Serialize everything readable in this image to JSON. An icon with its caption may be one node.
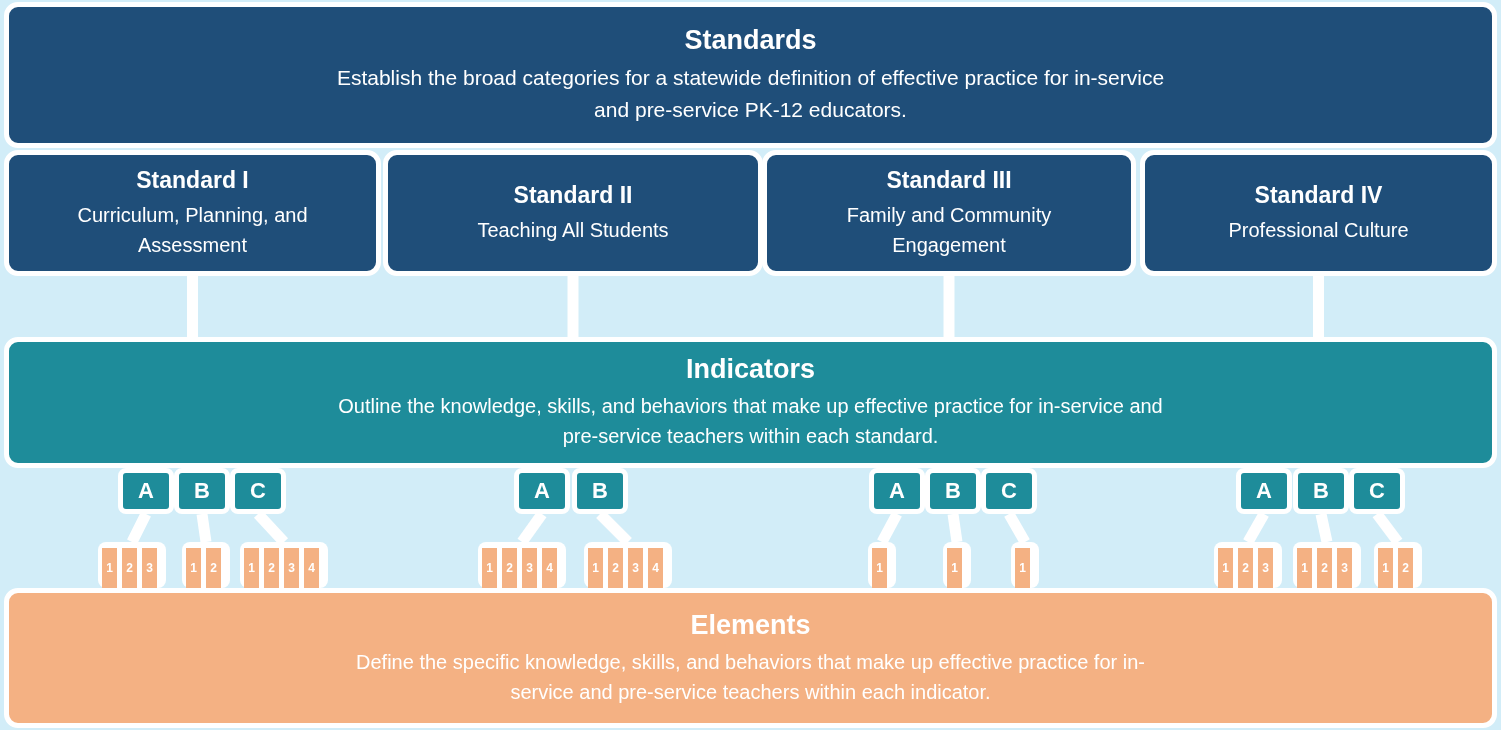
{
  "diagram": {
    "nodes": [
      {
        "text": [
          "Standards",
          "Establish the broad categories for a statewide definition of effective practice for in-service and pre-service PK-12 educators."
        ]
      },
      {
        "text": [
          "Standard I",
          "Curriculum, Planning, and Assessment"
        ]
      },
      {
        "text": [
          "Standard II",
          "Teaching All Students"
        ]
      },
      {
        "text": [
          "Standard III",
          "Family and Community Engagement"
        ]
      },
      {
        "text": [
          "Standard IV",
          "Professional Culture"
        ]
      },
      {
        "text": [
          "Indicators",
          "Outline the knowledge, skills, and behaviors that make up effective practice for in-service and pre-service teachers within each standard."
        ]
      },
      {
        "text": [
          "A"
        ]
      },
      {
        "text": [
          "B"
        ]
      },
      {
        "text": [
          "C"
        ]
      },
      {
        "text": [
          "A"
        ]
      },
      {
        "text": [
          "B"
        ]
      },
      {
        "text": [
          "A"
        ]
      },
      {
        "text": [
          "B"
        ]
      },
      {
        "text": [
          "C"
        ]
      },
      {
        "text": [
          "A"
        ]
      },
      {
        "text": [
          "B"
        ]
      },
      {
        "text": [
          "C"
        ]
      },
      {
        "text": [],
        "shape": "box"
      },
      {
        "text": [
          "1"
        ],
        "in": 17
      },
      {
        "text": [
          "2"
        ],
        "in": 17
      },
      {
        "text": [
          "3"
        ],
        "in": 17
      },
      {
        "text": [],
        "shape": "box"
      },
      {
        "text": [
          "1"
        ],
        "in": 21
      },
      {
        "text": [
          "2"
        ],
        "in": 21
      },
      {
        "text": [],
        "shape": "box"
      },
      {
        "text": [
          "1"
        ],
        "in": 24
      },
      {
        "text": [
          "2"
        ],
        "in": 24
      },
      {
        "text": [
          "3"
        ],
        "in": 24
      },
      {
        "text": [
          "4"
        ],
        "in": 24
      },
      {
        "text": [],
        "shape": "box"
      },
      {
        "text": [
          "1"
        ],
        "in": 29
      },
      {
        "text": [
          "2"
        ],
        "in": 29
      },
      {
        "text": [
          "3"
        ],
        "in": 29
      },
      {
        "text": [
          "4"
        ],
        "in": 29
      },
      {
        "text": [],
        "shape": "box"
      },
      {
        "text": [
          "1"
        ],
        "in": 34
      },
      {
        "text": [
          "2"
        ],
        "in": 34
      },
      {
        "text": [
          "3"
        ],
        "in": 34
      },
      {
        "text": [
          "4"
        ],
        "in": 34
      },
      {
        "text": [],
        "shape": "box"
      },
      {
        "text": [
          "1"
        ],
        "in": 39
      },
      {
        "text": [],
        "shape": "box"
      },
      {
        "text": [
          "1"
        ],
        "in": 41
      },
      {
        "text": [],
        "shape": "box"
      },
      {
        "text": [
          "1"
        ],
        "in": 43
      },
      {
        "text": [],
        "shape": "box"
      },
      {
        "text": [
          "1"
        ],
        "in": 45
      },
      {
        "text": [
          "2"
        ],
        "in": 45
      },
      {
        "text": [
          "3"
        ],
        "in": 45
      },
      {
        "text": [],
        "shape": "box"
      },
      {
        "text": [
          "1"
        ],
        "in": 49
      },
      {
        "text": [
          "2"
        ],
        "in": 49
      },
      {
        "text": [
          "3"
        ],
        "in": 49
      },
      {
        "text": [],
        "shape": "box"
      },
      {
        "text": [
          "1"
        ],
        "in": 53
      },
      {
        "text": [
          "2"
        ],
        "in": 53
      },
      {
        "text": [
          "Elements",
          "Define the specific knowledge, skills, and behaviors that make up effective practice for in-service and pre-service teachers within each indicator."
        ]
      }
    ],
    "edges": [
      {
        "from": 1,
        "to": 5,
        "arrow": "none"
      },
      {
        "from": 2,
        "to": 5,
        "arrow": "none"
      },
      {
        "from": 3,
        "to": 5,
        "arrow": "none"
      },
      {
        "from": 4,
        "to": 5,
        "arrow": "none"
      },
      {
        "from": 6,
        "to": 17,
        "arrow": "none"
      },
      {
        "from": 7,
        "to": 21,
        "arrow": "none"
      },
      {
        "from": 8,
        "to": 24,
        "arrow": "none"
      },
      {
        "from": 9,
        "to": 29,
        "arrow": "none"
      },
      {
        "from": 10,
        "to": 34,
        "arrow": "none"
      },
      {
        "from": 11,
        "to": 39,
        "arrow": "none"
      },
      {
        "from": 12,
        "to": 41,
        "arrow": "none"
      },
      {
        "from": 13,
        "to": 43,
        "arrow": "none"
      },
      {
        "from": 14,
        "to": 45,
        "arrow": "none"
      },
      {
        "from": 15,
        "to": 49,
        "arrow": "none"
      },
      {
        "from": 16,
        "to": 53,
        "arrow": "none"
      }
    ]
  }
}
